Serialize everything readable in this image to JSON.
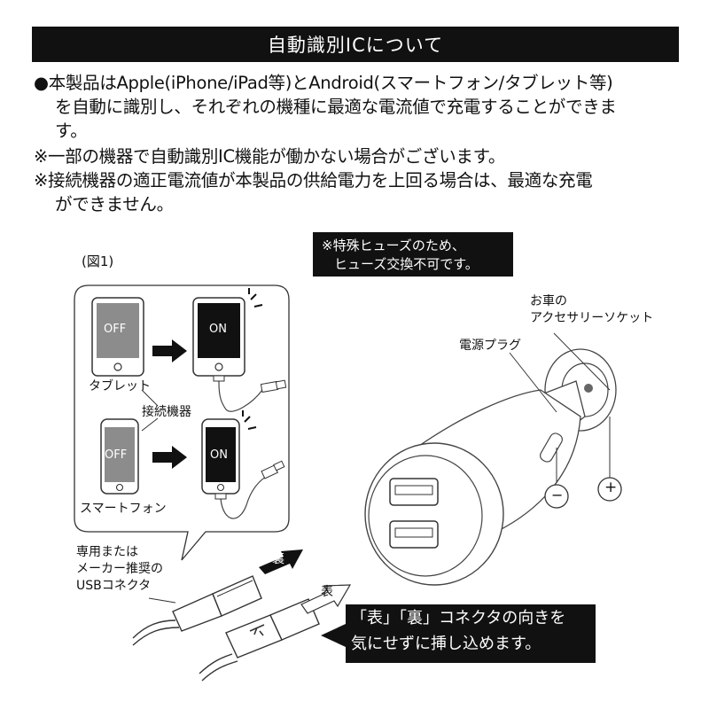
{
  "title": "自動識別ICについて",
  "paragraphs": [
    {
      "first": "●本製品はApple(iPhone/iPad等)とAndroid(スマートフォン/タブレット等)",
      "rest": [
        "を自動に識別し、それぞれの機種に最適な電流値で充電することができま",
        "す。"
      ]
    },
    {
      "first": "※一部の機器で自動識別IC機能が働かない場合がございます。",
      "rest": []
    },
    {
      "first": "※接続機器の適正電流値が本製品の供給電力を上回る場合は、最適な充電",
      "rest": [
        "ができません。"
      ]
    }
  ],
  "figure": {
    "label": "(図1)",
    "fuse_note": [
      "※特殊ヒューズのため、",
      "ヒューズ交換不可です。"
    ],
    "tablet_label": "タブレット",
    "smartphone_label": "スマートフォン",
    "device_label": "接続機器",
    "screen_off": "OFF",
    "screen_on": "ON",
    "car_socket_label": [
      "お車の",
      "アクセサリーソケット"
    ],
    "plug_label": "電源プラグ",
    "minus_symbol": "−",
    "plus_symbol": "+",
    "usb_label": [
      "専用または",
      "メーカー推奨の",
      "USBコネクタ"
    ],
    "back_label": "裏",
    "front_label": "表",
    "bubble": [
      "「表」「裏」コネクタの向きを",
      "気にせずに挿し込めます。"
    ]
  }
}
